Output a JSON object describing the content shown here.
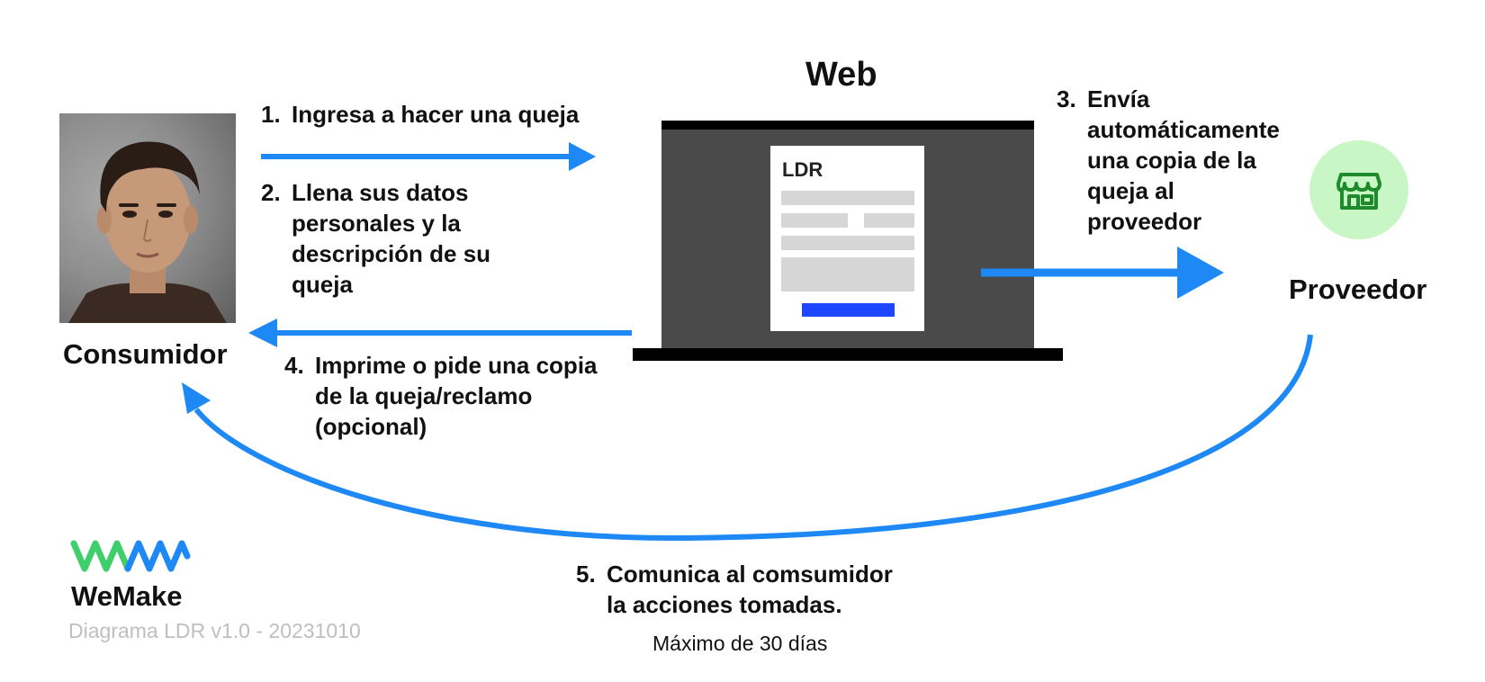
{
  "colors": {
    "arrow": "#1e88f5",
    "laptop_screen": "#4a4a4a",
    "doc_button": "#1f46ff",
    "provider_circle": "#c8f7c5",
    "store_icon": "#1f8a2c",
    "logo_green": "#3ecf6a",
    "logo_blue": "#1e88f5"
  },
  "nodes": {
    "consumer": "Consumidor",
    "web": "Web",
    "provider": "Proveedor",
    "doc_title": "LDR"
  },
  "steps": [
    {
      "num": "1.",
      "text": "Ingresa a hacer una queja"
    },
    {
      "num": "2.",
      "text": "Llena sus datos\npersonales y la\ndescripción de su\nqueja"
    },
    {
      "num": "3.",
      "text": "Envía\nautomáticamente\nuna copia de la\nqueja al\nproveedor"
    },
    {
      "num": "4.",
      "text": "Imprime o pide una copia\nde la queja/reclamo\n(opcional)"
    },
    {
      "num": "5.",
      "text": "Comunica al comsumidor\nla acciones tomadas."
    }
  ],
  "note": "Máximo de 30 días",
  "brand": {
    "name": "WeMake",
    "caption": "Diagrama LDR v1.0 - 20231010"
  },
  "icons": {
    "consumer_photo": "person-photo",
    "provider": "store-icon",
    "logo": "wave-logo-icon"
  }
}
